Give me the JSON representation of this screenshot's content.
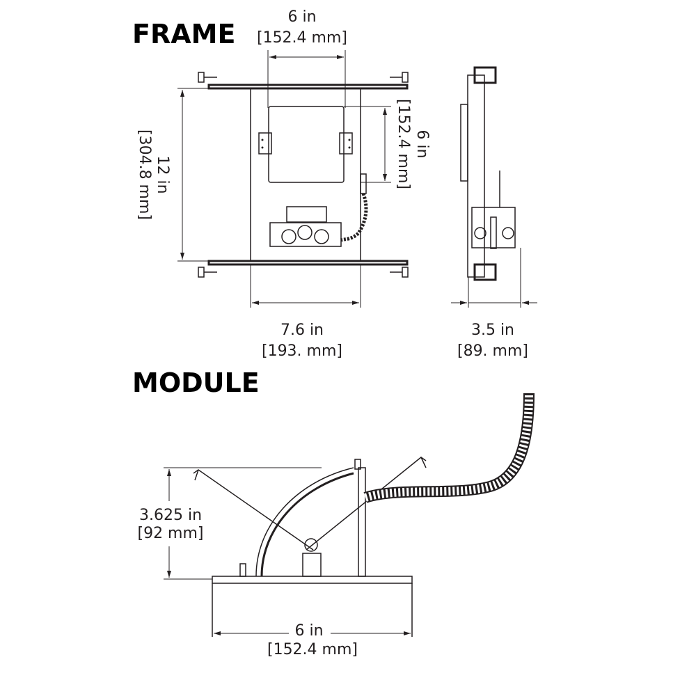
{
  "frame": {
    "title": "FRAME",
    "top_dim": {
      "in": "6 in",
      "mm": "[152.4 mm]"
    },
    "left_dim": {
      "in": "12 in",
      "mm": "[304.8 mm]"
    },
    "right_dim": {
      "in": "6 in",
      "mm": "[152.4 mm]"
    },
    "bottom_dim": {
      "in": "7.6 in",
      "mm": "[193. mm]"
    },
    "side_dim": {
      "in": "3.5 in",
      "mm": "[89. mm]"
    }
  },
  "module": {
    "title": "MODULE",
    "height_dim": {
      "in": "3.625 in",
      "mm": "[92 mm]"
    },
    "width_dim": {
      "in": "6 in",
      "mm": "[152.4 mm]"
    }
  }
}
